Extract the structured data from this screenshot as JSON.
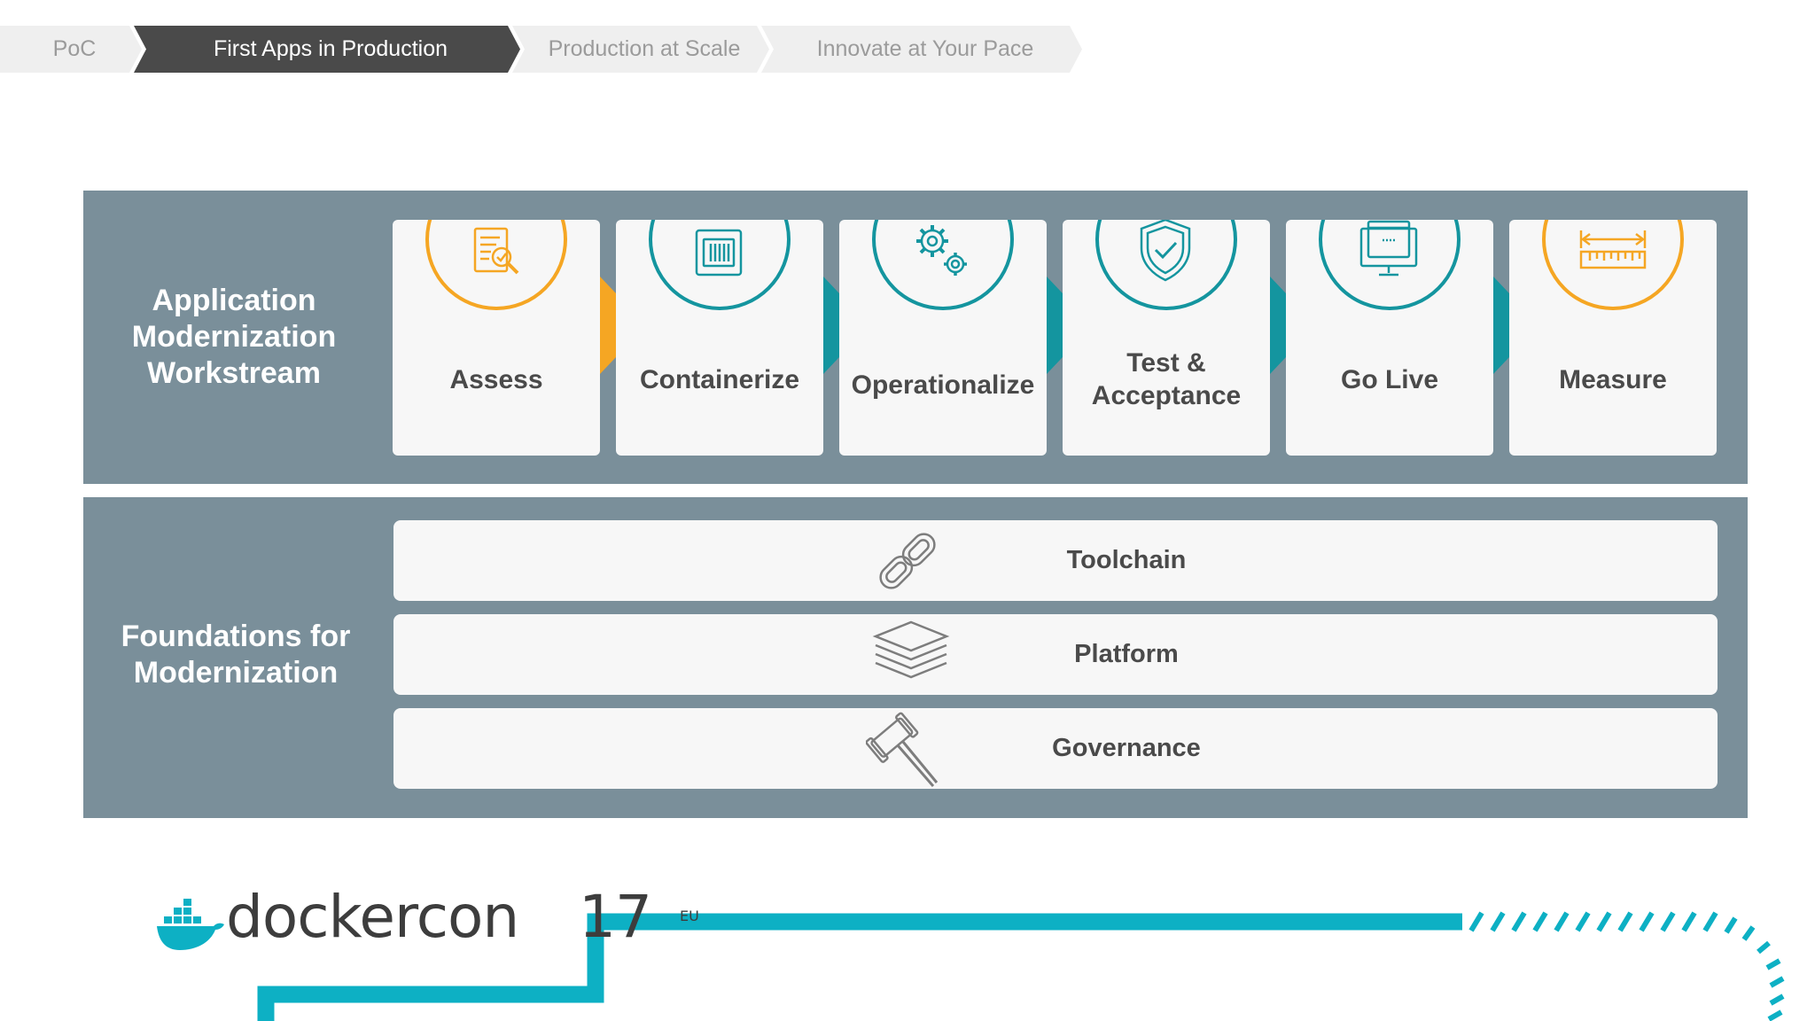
{
  "breadcrumb": {
    "steps": [
      {
        "label": "PoC",
        "active": false
      },
      {
        "label": "First Apps in Production",
        "active": true
      },
      {
        "label": "Production at Scale",
        "active": false
      },
      {
        "label": "Innovate at Your Pace",
        "active": false
      }
    ]
  },
  "workstream": {
    "title": "Application\nModernization\nWorkstream",
    "steps": [
      {
        "label": "Assess",
        "icon": "document-search-icon",
        "ring_color": "#f5a623"
      },
      {
        "label": "Containerize",
        "icon": "container-icon",
        "ring_color": "#14959f"
      },
      {
        "label": "Operationalize",
        "icon": "gears-icon",
        "ring_color": "#14959f"
      },
      {
        "label": "Test &\nAcceptance",
        "icon": "shield-check-icon",
        "ring_color": "#14959f"
      },
      {
        "label": "Go Live",
        "icon": "monitor-icon",
        "ring_color": "#14959f"
      },
      {
        "label": "Measure",
        "icon": "ruler-icon",
        "ring_color": "#f5a623"
      }
    ]
  },
  "foundations": {
    "title": "Foundations for\nModernization",
    "rows": [
      {
        "label": "Toolchain",
        "icon": "chain-link-icon"
      },
      {
        "label": "Platform",
        "icon": "layers-icon"
      },
      {
        "label": "Governance",
        "icon": "gavel-icon"
      }
    ]
  },
  "brand": {
    "logo_text": "dockercon",
    "logo_number": "17",
    "logo_region": "EU",
    "accent_color": "#0db0c4",
    "orange": "#f5a623",
    "teal": "#14959f",
    "panel_color": "#7a8f9a"
  }
}
